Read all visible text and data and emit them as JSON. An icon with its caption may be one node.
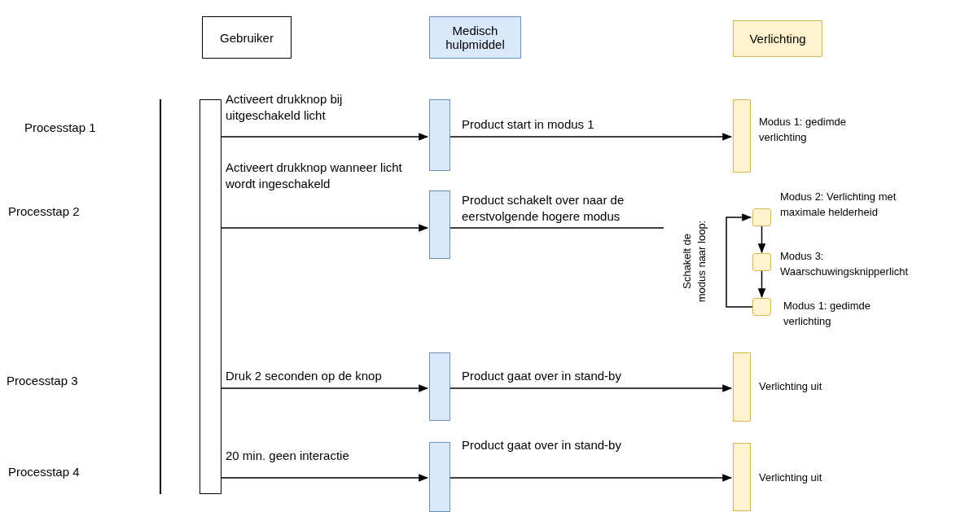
{
  "diagram": {
    "nodes": [
      {
        "text": [
          "Gebruiker"
        ]
      },
      {
        "text": [
          "Medisch hulpmiddel"
        ]
      },
      {
        "text": [
          "Verlichting"
        ]
      },
      {
        "text": [],
        "shape": "bar"
      },
      {
        "text": [],
        "shape": "bar"
      },
      {
        "text": [],
        "shape": "bar",
        "beside": [
          "Modus 1: gedimde verlichting"
        ]
      },
      {
        "text": [],
        "shape": "bar"
      },
      {
        "text": [],
        "shape": "box",
        "beside": [
          "Modus 2: Verlichting met maximale helderheid"
        ]
      },
      {
        "text": [],
        "shape": "box",
        "beside": [
          "Modus 3: Waarschuwingsknipperlicht"
        ]
      },
      {
        "text": [],
        "shape": "box",
        "beside": [
          "Modus 1: gedimde verlichting"
        ]
      },
      {
        "text": [],
        "shape": "bar"
      },
      {
        "text": [],
        "shape": "bar",
        "beside": [
          "Verlichting uit"
        ]
      },
      {
        "text": [],
        "shape": "bar"
      },
      {
        "text": [],
        "shape": "bar",
        "beside": [
          "Verlichting uit"
        ]
      }
    ],
    "edges": [
      {
        "from": 3,
        "to": 4,
        "arrow": "to",
        "label": "Activeert drukknop bij uitgeschakeld licht"
      },
      {
        "from": 4,
        "to": 5,
        "arrow": "to",
        "label": "Product start in modus 1"
      },
      {
        "from": 3,
        "to": 6,
        "arrow": "to",
        "label": "Activeert drukknop wanneer licht wordt ingeschakeld"
      },
      {
        "from": 6,
        "to": null,
        "arrow": "none",
        "label": "Product schakelt over naar de eerstvolgende hogere modus"
      },
      {
        "from": 7,
        "to": 8,
        "arrow": "to"
      },
      {
        "from": 8,
        "to": 9,
        "arrow": "to"
      },
      {
        "from": 9,
        "to": 7,
        "arrow": "to",
        "label": "Schakelt de modus naar loop:"
      },
      {
        "from": 3,
        "to": 10,
        "arrow": "to",
        "label": "Druk 2 seconden op de knop"
      },
      {
        "from": 10,
        "to": 11,
        "arrow": "to",
        "label": "Product gaat over in stand-by"
      },
      {
        "from": 3,
        "to": 12,
        "arrow": "to",
        "label": "20 min. geen interactie"
      },
      {
        "from": 12,
        "to": 13,
        "arrow": "to",
        "label": "Product gaat over in stand-by"
      }
    ],
    "labels": [
      "Processtap 1",
      "Processtap 2",
      "Processtap 3",
      "Processtap 4"
    ]
  }
}
